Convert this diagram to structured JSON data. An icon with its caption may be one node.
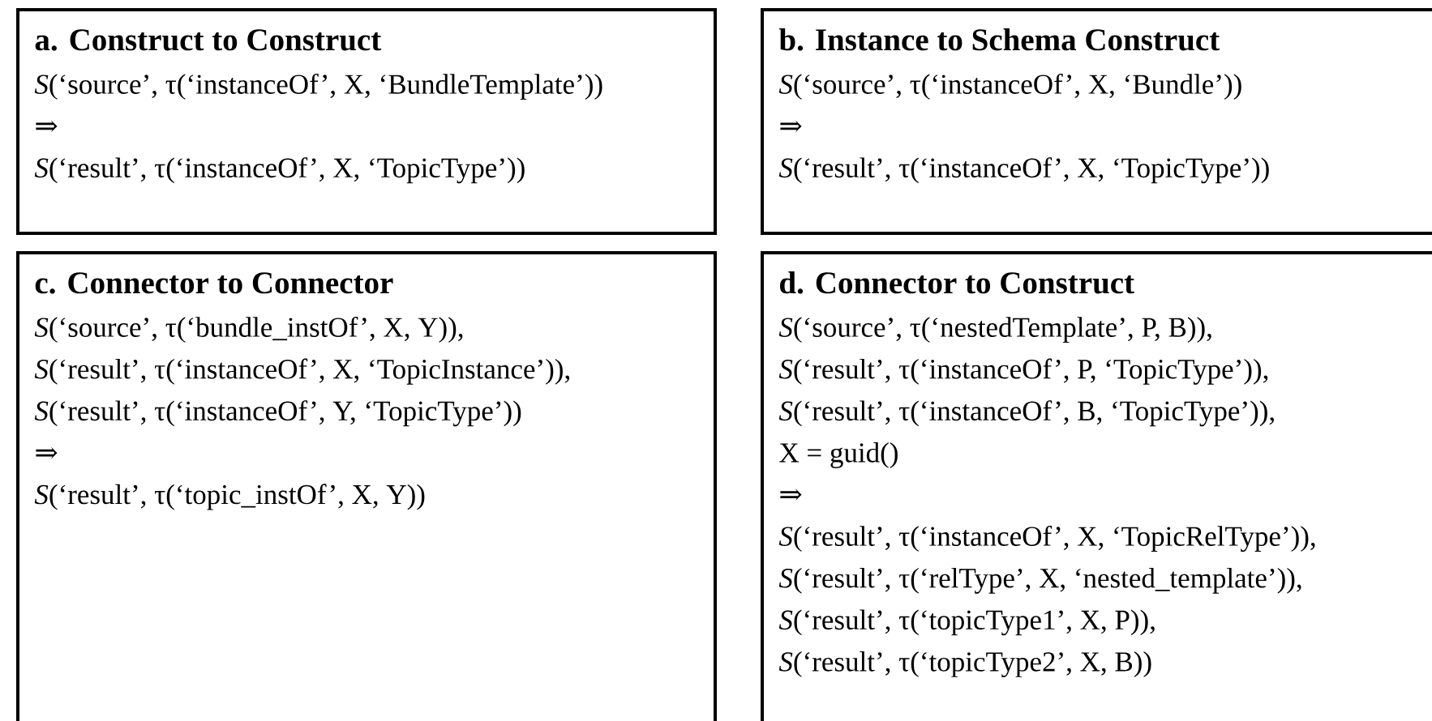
{
  "diagram": {
    "nodes": [
      {
        "text": [
          "a. Construct to Construct",
          "*S*(‘source’, τ(‘instanceOf’, X, ‘BundleTemplate’))",
          "⇒",
          "*S*(‘result’, τ(‘instanceOf’, X, ‘TopicType’))"
        ]
      },
      {
        "text": [
          "b. Instance to Schema Construct",
          "*S*(‘source’, τ(‘instanceOf’, X, ‘Bundle’))",
          "⇒",
          "*S*(‘result’, τ(‘instanceOf’, X, ‘TopicType’))"
        ]
      },
      {
        "text": [
          "c. Connector to Connector",
          "*S*(‘source’, τ(‘bundle_instOf’, X, Y)),",
          "*S*(‘result’, τ(‘instanceOf’, X, ‘TopicInstance’)),",
          "*S*(‘result’, τ(‘instanceOf’, Y, ‘TopicType’))",
          "⇒",
          "*S*(‘result’, τ(‘topic_instOf’, X, Y))"
        ]
      },
      {
        "text": [
          "d. Connector to Construct",
          "*S*(‘source’, τ(‘nestedTemplate’, P, B)),",
          "*S*(‘result’, τ(‘instanceOf’, P, ‘TopicType’)),",
          "*S*(‘result’, τ(‘instanceOf’, B, ‘TopicType’)),",
          "X = guid()",
          "⇒",
          "*S*(‘result’, τ(‘instanceOf’, X, ‘TopicRelType’)),",
          "*S*(‘result’, τ(‘relType’, X, ‘nested_template’)),",
          "*S*(‘result’, τ(‘topicType1’, X, P)),",
          "*S*(‘result’, τ(‘topicType2’, X, B))"
        ]
      }
    ]
  }
}
